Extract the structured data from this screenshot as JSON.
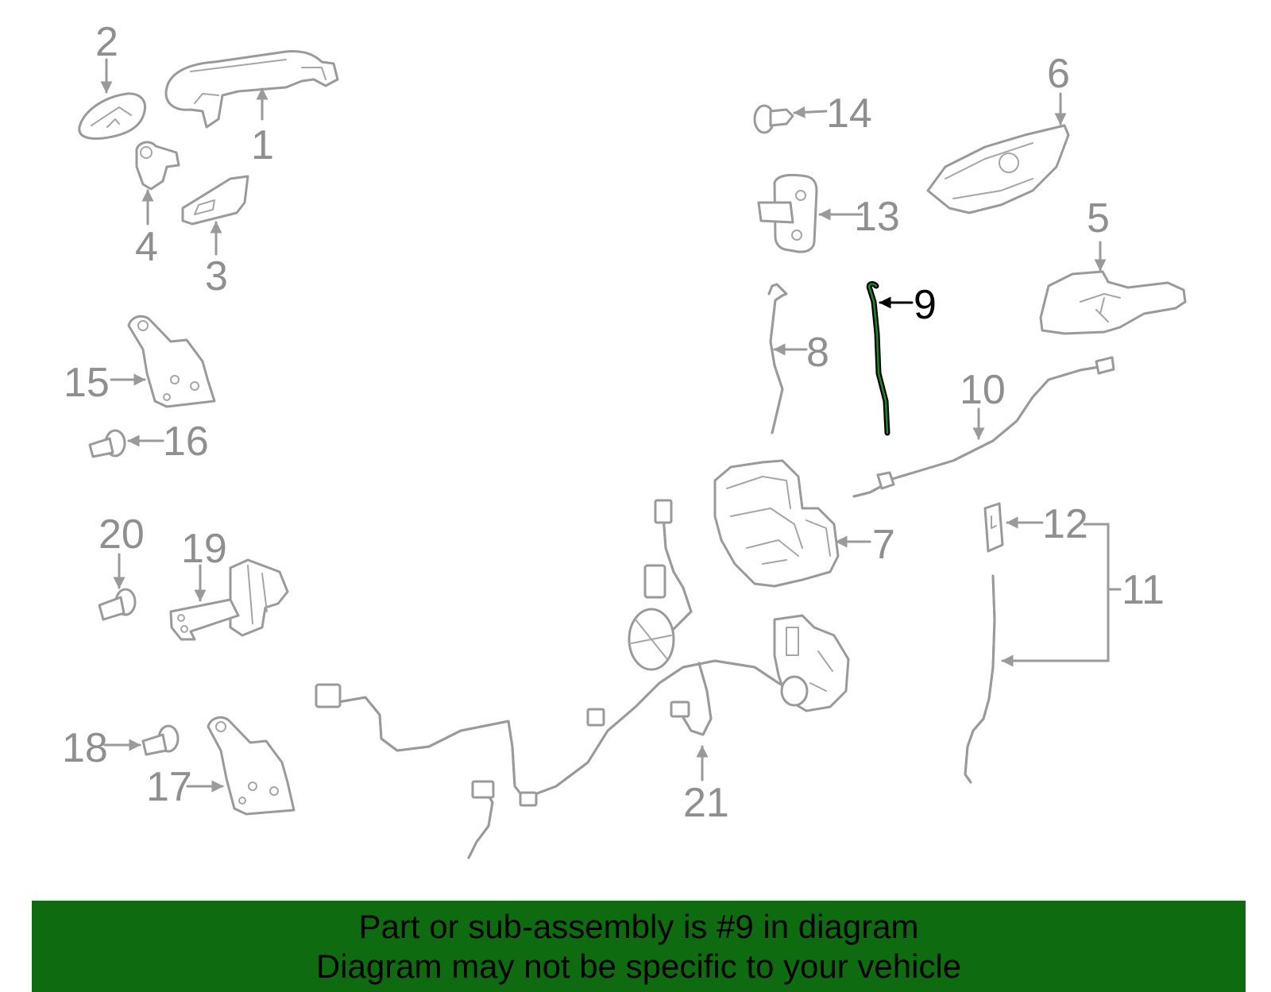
{
  "diagram": {
    "callouts": [
      "1",
      "2",
      "3",
      "4",
      "5",
      "6",
      "7",
      "8",
      "9",
      "10",
      "11",
      "12",
      "13",
      "14",
      "15",
      "16",
      "17",
      "18",
      "19",
      "20",
      "21"
    ],
    "highlighted_part": "9",
    "colors": {
      "part_outline": "#9a9a9a",
      "highlight_outline": "#000000",
      "highlight_fill": "#1b8c22",
      "banner_background": "#0f6b10",
      "banner_text": "#000000"
    }
  },
  "banner": {
    "line1": "Part or sub-assembly is #9 in diagram",
    "line2": "Diagram may not be specific to your vehicle"
  }
}
